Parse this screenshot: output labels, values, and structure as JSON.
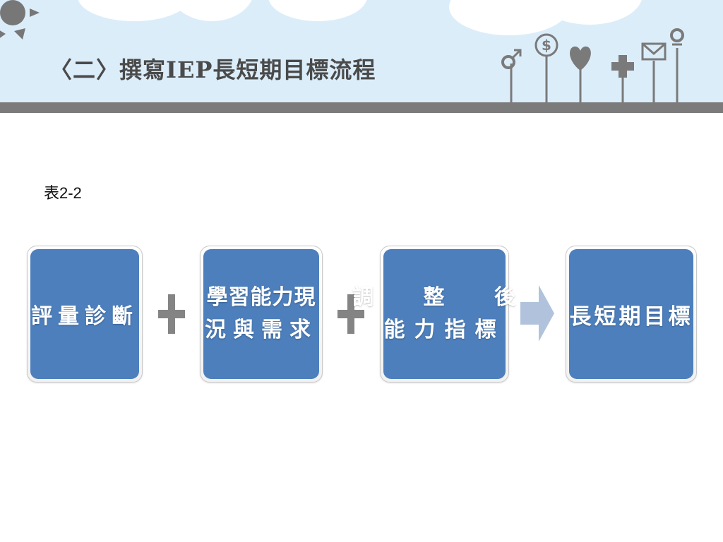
{
  "header": {
    "title": "〈二〉撰寫IEP長短期目標流程"
  },
  "caption": "表2-2",
  "flow": {
    "steps": [
      {
        "lines": [
          "評量診斷"
        ]
      },
      {
        "lines": [
          "學習能力現",
          "況與需求"
        ]
      },
      {
        "lines": [
          "調 整 後",
          "能力指標"
        ]
      },
      {
        "lines": [
          "長短期目標"
        ]
      }
    ],
    "connectors": [
      "plus",
      "plus",
      "arrow"
    ]
  },
  "colors": {
    "header_bg": "#dcedfa",
    "header_bar": "#7b7b7b",
    "step_fill": "#4d7fbc",
    "step_text": "#ffffff",
    "plus": "#848484",
    "arrow": "#b1c3dc",
    "icon_gray": "#7a7a7a"
  },
  "decor_icons": [
    "sun-icon",
    "male-icon",
    "dollar-icon",
    "heart-icon",
    "cross-icon",
    "mail-icon",
    "female-icon"
  ]
}
